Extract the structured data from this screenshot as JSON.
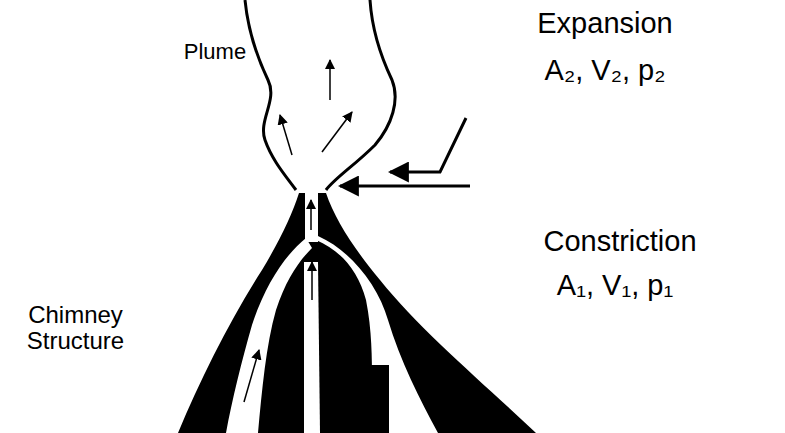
{
  "diagram": {
    "labels": [
      "Plume",
      "Expansion",
      "A₂, V₂, p₂",
      "Constriction",
      "A₁, V₁, p₁",
      "Chimney Structure"
    ]
  }
}
